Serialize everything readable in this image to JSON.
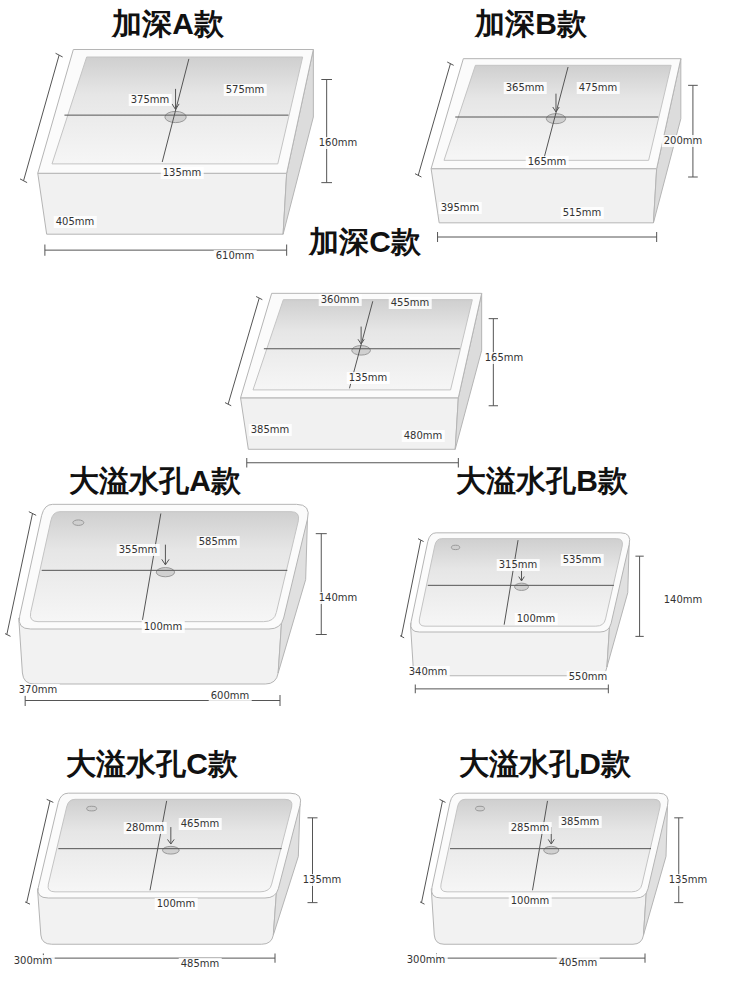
{
  "diagram": {
    "labels": [
      "加深A款",
      "375mm",
      "575mm",
      "135mm",
      "160mm",
      "405mm",
      "610mm",
      "加深B款",
      "365mm",
      "475mm",
      "165mm",
      "200mm",
      "395mm",
      "515mm",
      "加深C款",
      "360mm",
      "455mm",
      "135mm",
      "165mm",
      "385mm",
      "480mm",
      "大溢水孔A款",
      "355mm",
      "585mm",
      "100mm",
      "140mm",
      "370mm",
      "600mm",
      "大溢水孔B款",
      "315mm",
      "535mm",
      "100mm",
      "140mm",
      "340mm",
      "550mm",
      "大溢水孔C款",
      "280mm",
      "465mm",
      "100mm",
      "135mm",
      "300mm",
      "485mm",
      "大溢水孔D款",
      "285mm",
      "385mm",
      "100mm",
      "135mm",
      "300mm",
      "405mm"
    ]
  }
}
